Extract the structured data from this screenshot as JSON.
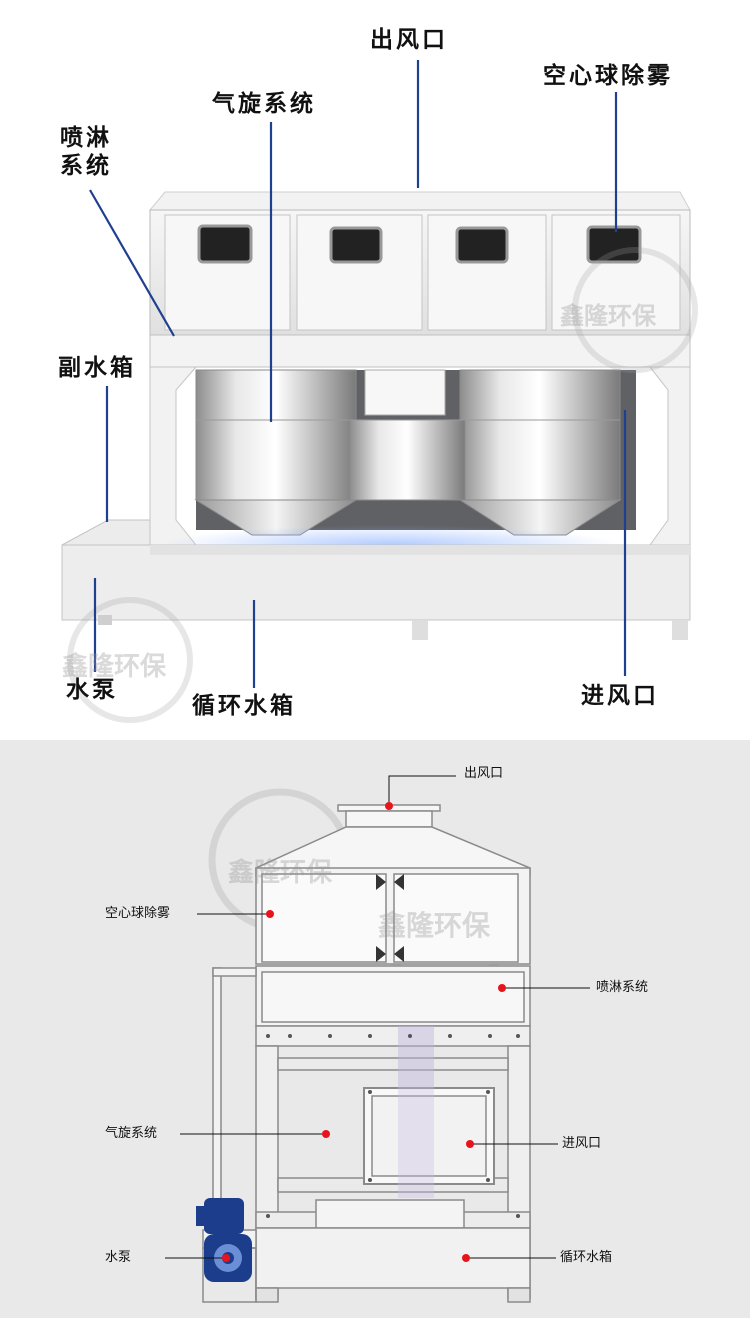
{
  "top": {
    "labels": {
      "outlet": "出风口",
      "demister": "空心球除雾",
      "cyclone": "气旋系统",
      "spray_line1": "喷淋",
      "spray_line2": "系统",
      "aux_tank": "副水箱",
      "pump": "水泵",
      "circ_tank": "循环水箱",
      "inlet": "进风口"
    },
    "watermark": "鑫隆环保"
  },
  "bottom": {
    "labels": {
      "outlet": "出风口",
      "demister": "空心球除雾",
      "spray": "喷淋系统",
      "cyclone": "气旋系统",
      "inlet": "进风口",
      "pump": "水泵",
      "circ_tank": "循环水箱"
    },
    "watermark": "鑫隆环保"
  },
  "colors": {
    "leader_line": "#1f3f8f",
    "marker_dot": "#e8141c",
    "steel_light": "#f1f1f1",
    "steel_dark": "#9a9a9a",
    "bottom_bg": "#e9e9ea",
    "pump_blue": "#1b3d8c"
  }
}
